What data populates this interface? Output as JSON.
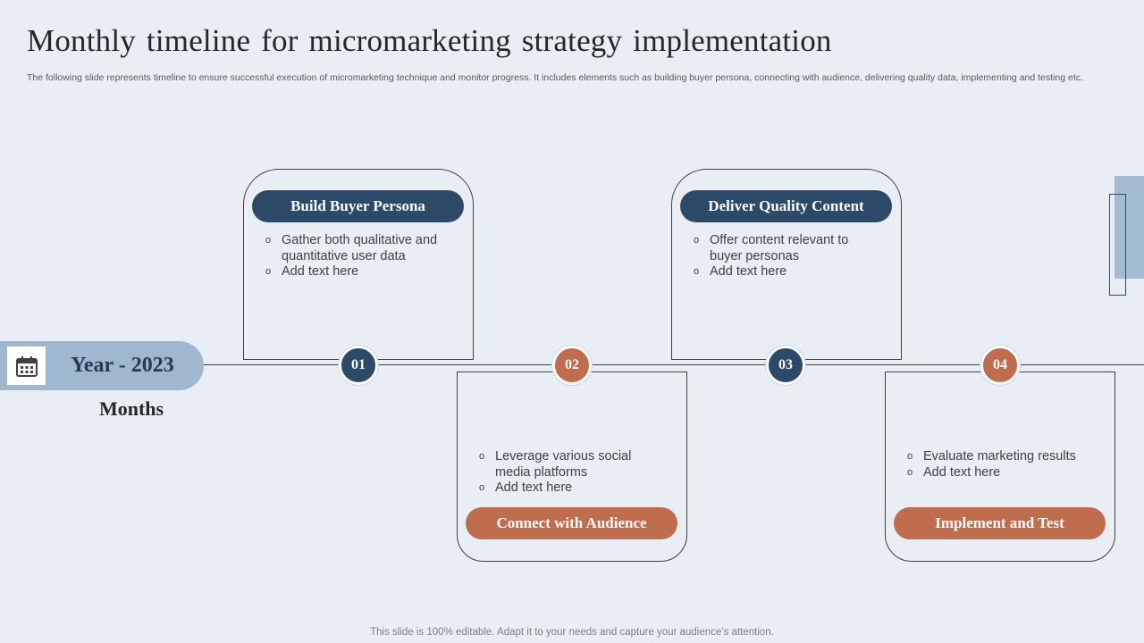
{
  "title": "Monthly timeline for micromarketing strategy implementation",
  "subtitle": "The following slide represents timeline to ensure successful execution of micromarketing technique and monitor progress. It includes elements such as building  buyer persona, connecting with audience, delivering quality data, implementing and testing etc.",
  "year_label": "Year - 2023",
  "months_label": "Months",
  "calendar_icon": "calendar-icon",
  "colors": {
    "navy": "#2c4a68",
    "rust": "#c06c4f",
    "light_blue": "#9fb7cf",
    "background": "#e9eef5"
  },
  "steps": [
    {
      "number": "01",
      "title": "Build Buyer Persona",
      "color": "navy",
      "bullets": [
        "Gather both qualitative and quantitative user data",
        "Add text here"
      ]
    },
    {
      "number": "02",
      "title": "Connect with Audience",
      "color": "rust",
      "bullets": [
        "Leverage various social media platforms",
        "Add text here"
      ]
    },
    {
      "number": "03",
      "title": "Deliver Quality Content",
      "color": "navy",
      "bullets": [
        "Offer content relevant to buyer personas",
        "Add text here"
      ]
    },
    {
      "number": "04",
      "title": "Implement and Test",
      "color": "rust",
      "bullets": [
        "Evaluate marketing results",
        "Add text here"
      ]
    }
  ],
  "bullet_marker": "o",
  "footer": "This slide is 100% editable. Adapt it to your needs and capture your audience’s attention."
}
